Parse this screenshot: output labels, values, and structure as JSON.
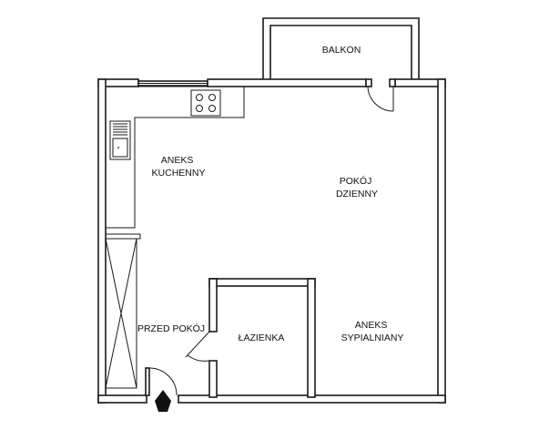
{
  "rooms": {
    "balkon": [
      "BALKON"
    ],
    "aneks_kuchenny": [
      "ANEKS",
      "KUCHENNY"
    ],
    "pokoj_dzienny": [
      "POKÓJ",
      "DZIENNY"
    ],
    "przedpokoj": [
      "PRZED POKÓJ"
    ],
    "lazienka": [
      "ŁAZIENKA"
    ],
    "aneks_sypialniany": [
      "ANEKS",
      "SYPIALNIANY"
    ]
  },
  "colors": {
    "wall": "#1a1a1a",
    "background": "#ffffff"
  },
  "icons": {
    "entrance": "entrance-marker-icon"
  }
}
